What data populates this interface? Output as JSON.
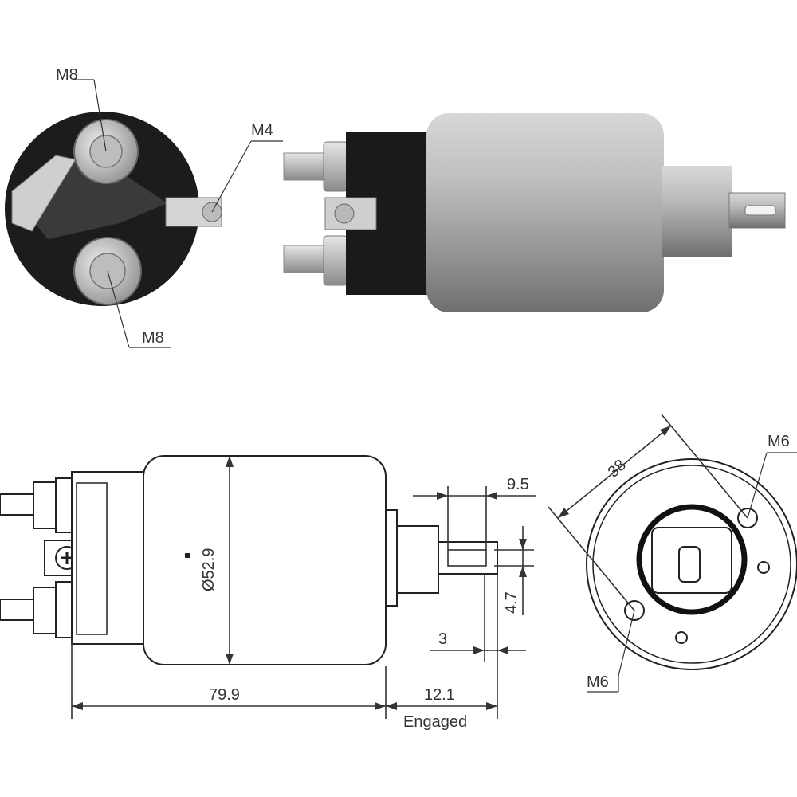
{
  "photo_end_view": {
    "label_top": "M8",
    "label_bottom": "M8",
    "label_side": "M4"
  },
  "side_view": {
    "diameter": "Ø52.9",
    "length": "79.9",
    "stroke_engaged": "12.1",
    "engaged_note": "Engaged",
    "tab_width": "9.5",
    "tab_slot": "4.7",
    "tab_offset": "3"
  },
  "end_view": {
    "mount_spacing": "38",
    "hole_top": "M6",
    "hole_bottom": "M6"
  },
  "colors": {
    "body_dark": "#1a1a1a",
    "body_grey": "#a9a9a9",
    "line": "#333333"
  }
}
